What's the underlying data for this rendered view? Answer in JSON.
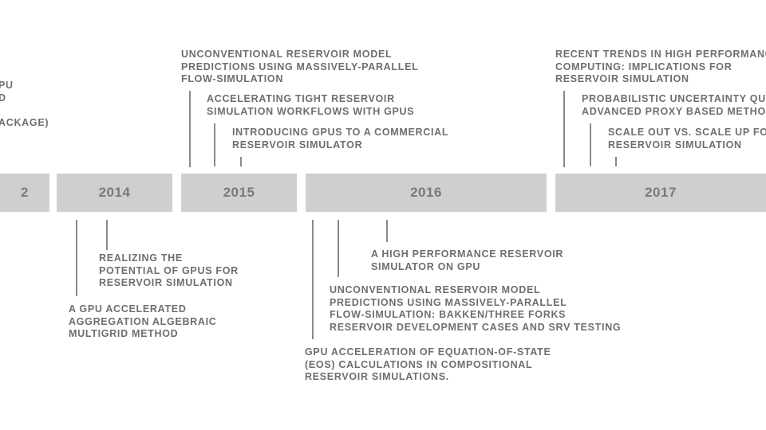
{
  "timeline": {
    "years": [
      {
        "label": "2"
      },
      {
        "label": "2014"
      },
      {
        "label": "2015"
      },
      {
        "label": "2016"
      },
      {
        "label": "2017"
      }
    ]
  },
  "papers": {
    "partial_left": [
      "PU",
      "D",
      "",
      "ACKAGE)"
    ],
    "p2015_top1": [
      "UNCONVENTIONAL RESERVOIR MODEL",
      "PREDICTIONS USING MASSIVELY-PARALLEL",
      "FLOW-SIMULATION"
    ],
    "p2015_top2": [
      "ACCELERATING TIGHT RESERVOIR",
      "SIMULATION WORKFLOWS WITH GPUS"
    ],
    "p2015_top3": [
      "INTRODUCING GPUS TO A COMMERCIAL",
      "RESERVOIR SIMULATOR"
    ],
    "p2017_top1": [
      "RECENT TRENDS IN HIGH PERFORMANCE",
      "COMPUTING: IMPLICATIONS FOR",
      "RESERVOIR SIMULATION"
    ],
    "p2017_top2": [
      "PROBABILISTIC UNCERTAINTY QUANT",
      "ADVANCED PROXY BASED METHODS"
    ],
    "p2017_top3": [
      "SCALE OUT VS. SCALE UP FOR U",
      "RESERVOIR SIMULATION"
    ],
    "p2014_bot1": [
      "REALIZING THE",
      "POTENTIAL OF GPUS FOR",
      "RESERVOIR SIMULATION"
    ],
    "p2014_bot2": [
      "A GPU ACCELERATED",
      "AGGREGATION ALGEBRAIC",
      "MULTIGRID METHOD"
    ],
    "p2016_bot1": [
      "A HIGH PERFORMANCE RESERVOIR",
      "SIMULATOR ON GPU"
    ],
    "p2016_bot2": [
      "UNCONVENTIONAL RESERVOIR MODEL",
      "PREDICTIONS USING MASSIVELY-PARALLEL",
      "FLOW-SIMULATION: BAKKEN/THREE FORKS",
      "RESERVOIR DEVELOPMENT CASES AND SRV TESTING"
    ],
    "p2016_bot3": [
      "GPU ACCELERATION OF EQUATION-OF-STATE",
      "(EOS) CALCULATIONS IN COMPOSITIONAL",
      "RESERVOIR SIMULATIONS."
    ]
  }
}
